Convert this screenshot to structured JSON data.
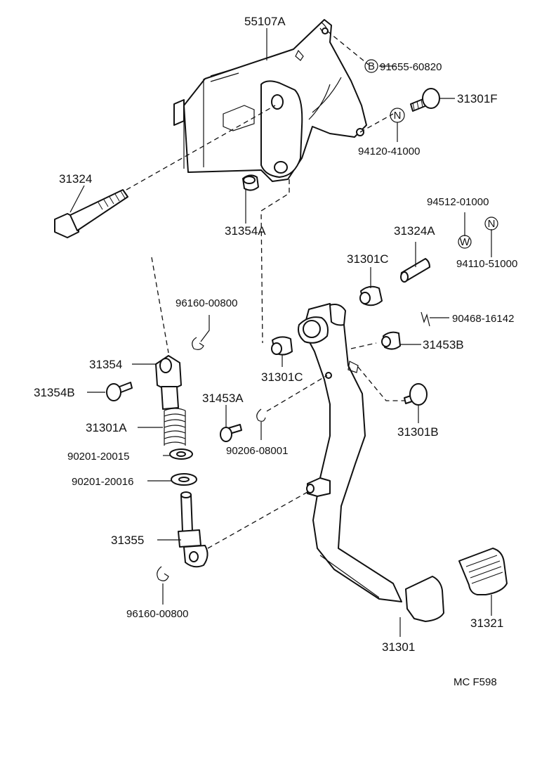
{
  "labels": {
    "p55107A": "55107A",
    "p91655": "91655-60820",
    "p31301F": "31301F",
    "p94120": "94120-41000",
    "p31324": "31324",
    "p31354A": "31354A",
    "p94512": "94512-01000",
    "p31324A": "31324A",
    "p94110": "94110-51000",
    "p31301C_top": "31301C",
    "p96160_top": "96160-00800",
    "p90468": "90468-16142",
    "p31453B": "31453B",
    "p31354": "31354",
    "p31301C_mid": "31301C",
    "p31354B": "31354B",
    "p31453A": "31453A",
    "p31301B": "31301B",
    "p31301A": "31301A",
    "p90206": "90206-08001",
    "p90201_15": "90201-20015",
    "p90201_16": "90201-20016",
    "p31355": "31355",
    "p96160_bot": "96160-00800",
    "p31321": "31321",
    "p31301": "31301"
  },
  "symbols": {
    "B": "B",
    "N1": "N",
    "N2": "N",
    "W": "W"
  },
  "footer": {
    "code": "MC F598"
  }
}
